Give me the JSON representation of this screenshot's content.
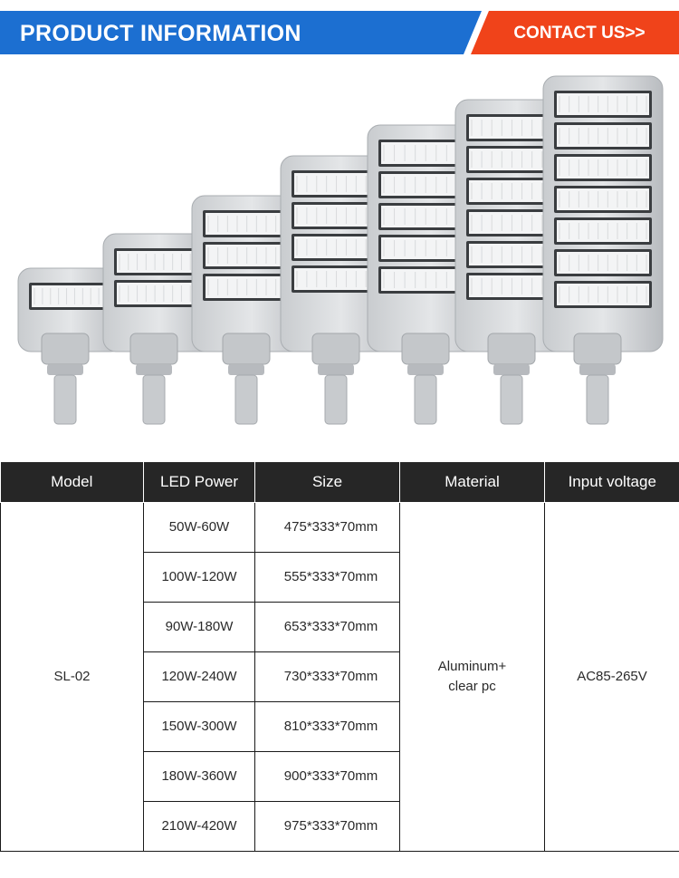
{
  "header": {
    "title": "PRODUCT INFORMATION",
    "contact_label": "CONTACT US>>",
    "colors": {
      "blue": "#1c6fd1",
      "orange": "#f0431a"
    }
  },
  "product_image": {
    "description_icon": "street-light-lamps-icon",
    "lamp_count": 7,
    "module_rows": [
      1,
      2,
      3,
      4,
      5,
      6,
      7
    ]
  },
  "table": {
    "headers": [
      "Model",
      "LED Power",
      "Size",
      "Material",
      "Input voltage"
    ],
    "model": "SL-02",
    "material_line1": "Aluminum+",
    "material_line2": "clear pc",
    "input_voltage": "AC85-265V",
    "rows": [
      {
        "power": "50W-60W",
        "size": "475*333*70mm"
      },
      {
        "power": "100W-120W",
        "size": "555*333*70mm"
      },
      {
        "power": "90W-180W",
        "size": "653*333*70mm"
      },
      {
        "power": "120W-240W",
        "size": "730*333*70mm"
      },
      {
        "power": "150W-300W",
        "size": "810*333*70mm"
      },
      {
        "power": "180W-360W",
        "size": "900*333*70mm"
      },
      {
        "power": "210W-420W",
        "size": "975*333*70mm"
      }
    ]
  }
}
